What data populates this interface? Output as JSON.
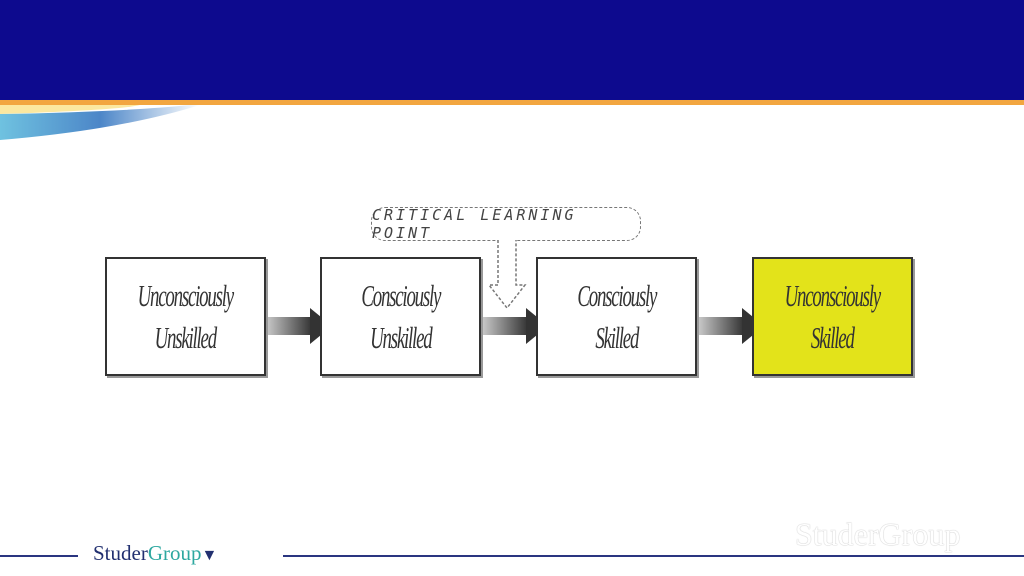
{
  "diagram": {
    "callout": "CRITICAL LEARNING POINT",
    "stages": [
      {
        "line1": "Unconsciously",
        "line2": "Unskilled",
        "highlighted": false
      },
      {
        "line1": "Consciously",
        "line2": "Unskilled",
        "highlighted": false
      },
      {
        "line1": "Consciously",
        "line2": "Skilled",
        "highlighted": false
      },
      {
        "line1": "Unconsciously",
        "line2": "Skilled",
        "highlighted": true
      }
    ]
  },
  "footer": {
    "logo_part1": "Studer",
    "logo_part2": "Group",
    "watermark": "StuderGroup"
  },
  "colors": {
    "header": "#0d0a8e",
    "accent": "#f2a640",
    "highlight": "#e3e31a"
  }
}
